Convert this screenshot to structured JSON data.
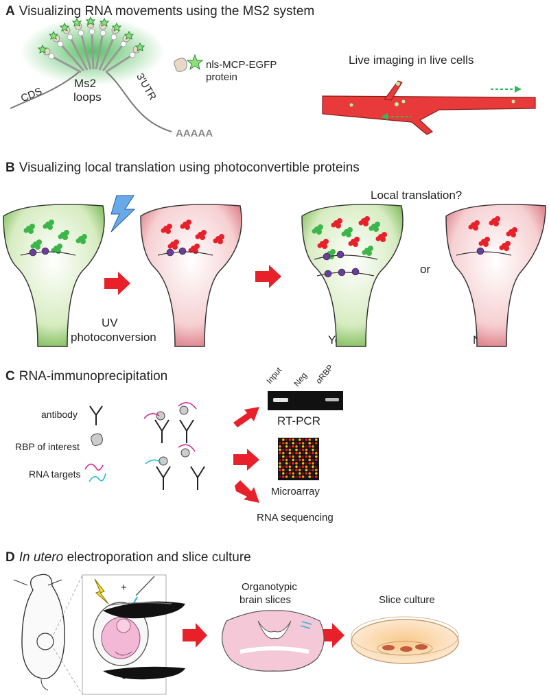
{
  "panelA": {
    "letter": "A",
    "title": "Visualizing RNA movements using the MS2 system",
    "labels": {
      "cds": "CDS",
      "ms2_line1": "Ms2",
      "ms2_line2": "loops",
      "utr": "3'UTR",
      "polya": "AAAAA",
      "protein_line1": "nls-MCP-EGFP",
      "protein_line2": "protein",
      "live": "Live imaging in live cells"
    }
  },
  "panelB": {
    "letter": "B",
    "title": "Visualizing local translation using photoconvertible proteins",
    "labels": {
      "question": "Local translation?",
      "uv_line1": "UV",
      "uv_line2": "photoconversion",
      "or": "or",
      "yes": "Yes",
      "no": "No"
    }
  },
  "panelC": {
    "letter": "C",
    "title": "RNA-immunoprecipitation",
    "legend": {
      "antibody": "antibody",
      "rbp": "RBP of interest",
      "rna": "RNA targets"
    },
    "gel_lanes": [
      "Input",
      "Neg",
      "αRBP"
    ],
    "outputs": {
      "rtpcr": "RT-PCR",
      "microarray": "Microarray",
      "seq": "RNA sequencing"
    }
  },
  "panelD": {
    "letter": "D",
    "title_italic": "In utero",
    "title_rest": "electroporation and slice culture",
    "labels": {
      "plus": "+",
      "minus": "-",
      "organo_line1": "Organotypic",
      "organo_line2": "brain slices",
      "slice": "Slice culture"
    }
  },
  "colors": {
    "green": "#3cb54a",
    "red": "#e8202a",
    "pink": "#f2a0a6",
    "arrow": "#e8202a",
    "purple": "#6a3d9a",
    "dendrite": "#e83a3a"
  }
}
